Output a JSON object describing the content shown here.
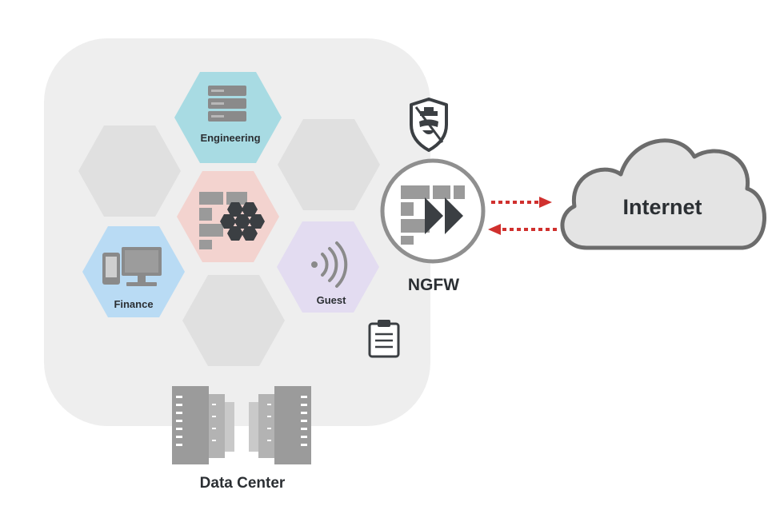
{
  "segments": {
    "engineering": {
      "label": "Engineering",
      "color": "#a8dbe3",
      "icon": "server-icon"
    },
    "finance": {
      "label": "Finance",
      "color": "#b9dbf4",
      "icon": "workstation-icon"
    },
    "guest": {
      "label": "Guest",
      "color": "#e3dcf1",
      "icon": "wifi-icon"
    },
    "core": {
      "color": "#f3d3cf",
      "icon": "firewall-segmentation-icon"
    },
    "empty_color": "#e0e0e0"
  },
  "ngfw": {
    "label": "NGFW",
    "icon": "firewall-forward-icon"
  },
  "internet": {
    "label": "Internet",
    "icon": "cloud-icon"
  },
  "data_center": {
    "label": "Data Center",
    "icon": "server-racks-icon"
  },
  "colors": {
    "zone_background": "#eeeeee",
    "icon_gray": "#8a8a8a",
    "dark": "#3b3f43",
    "arrow_red": "#d0302e"
  }
}
